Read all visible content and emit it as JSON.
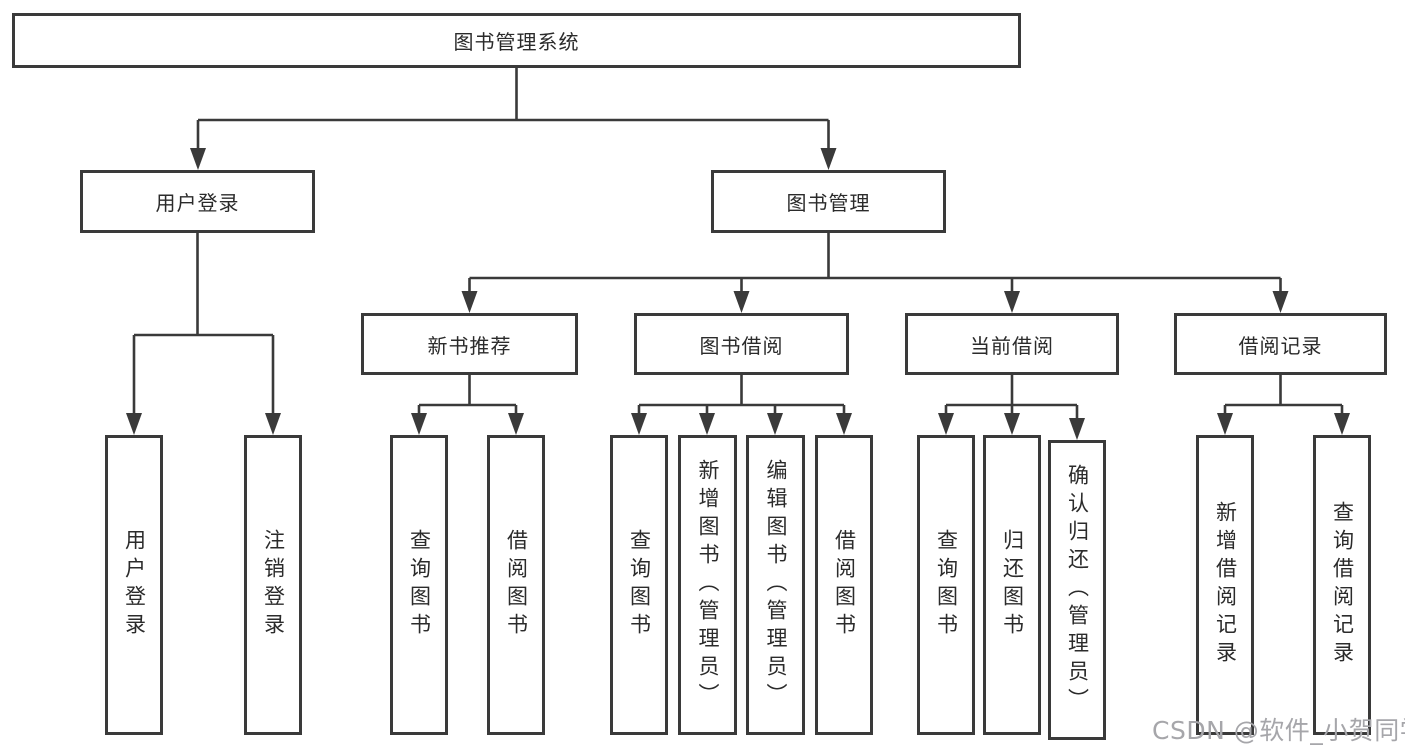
{
  "diagram": {
    "root": {
      "label": "图书管理系统"
    },
    "level2": {
      "user_login": {
        "label": "用户登录"
      },
      "book_mgmt": {
        "label": "图书管理"
      }
    },
    "level3": {
      "new_books": {
        "label": "新书推荐"
      },
      "book_borrow": {
        "label": "图书借阅"
      },
      "current_borrow": {
        "label": "当前借阅"
      },
      "borrow_records": {
        "label": "借阅记录"
      }
    },
    "leaves": [
      {
        "label": "用户登录"
      },
      {
        "label": "注销登录"
      },
      {
        "label": "查询图书"
      },
      {
        "label": "借阅图书"
      },
      {
        "label": "查询图书"
      },
      {
        "label": "新增图书（管理员）"
      },
      {
        "label": "编辑图书（管理员）"
      },
      {
        "label": "借阅图书"
      },
      {
        "label": "查询图书"
      },
      {
        "label": "归还图书"
      },
      {
        "label": "确认归还（管理员）"
      },
      {
        "label": "新增借阅记录"
      },
      {
        "label": "查询借阅记录"
      }
    ]
  },
  "watermark": "CSDN @软件_小贺同学",
  "colors": {
    "line": "#3a3a3a",
    "text": "#2b2b2b",
    "watermark": "#a6a6aa",
    "background": "#ffffff"
  }
}
